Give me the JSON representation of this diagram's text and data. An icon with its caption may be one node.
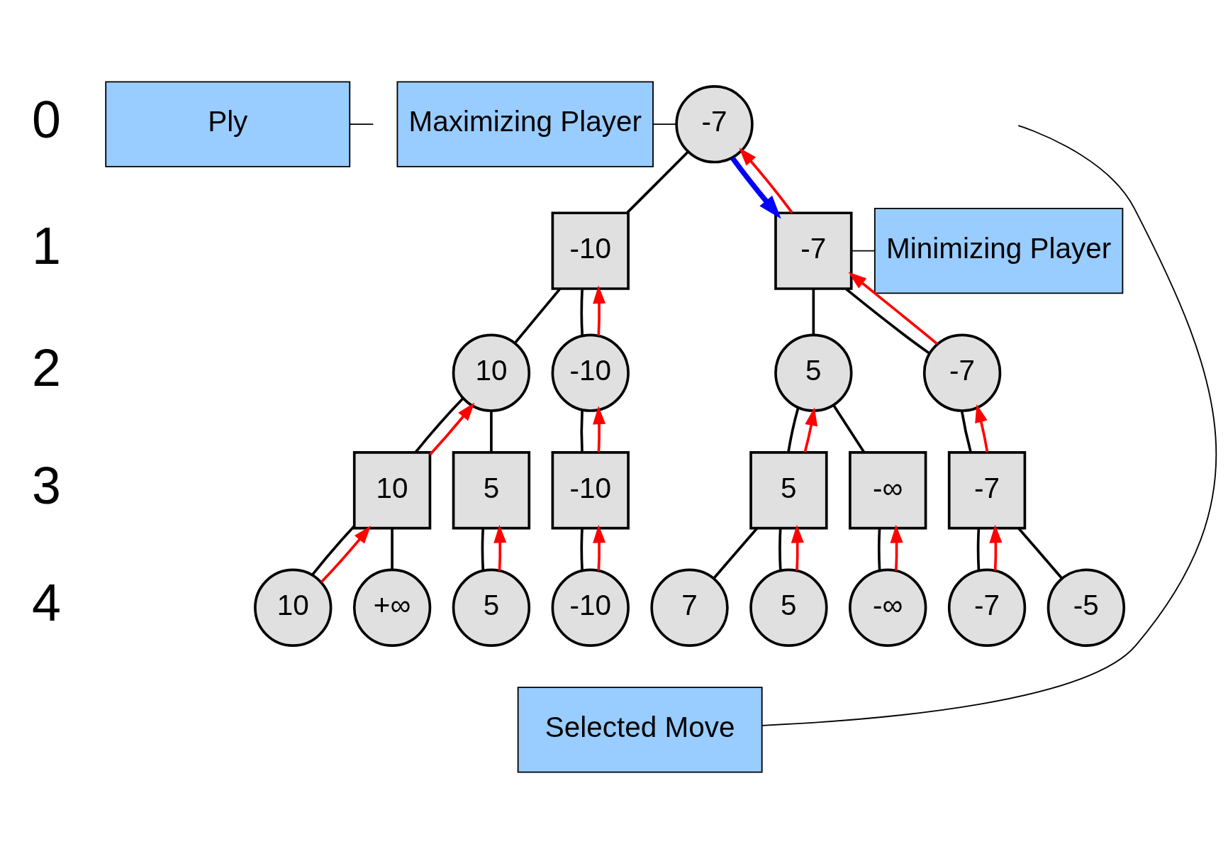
{
  "diagram": {
    "nodes": [
      {
        "text": [
          "Ply"
        ]
      },
      {
        "text": [
          "Maximizing Player"
        ]
      },
      {
        "text": [
          "Minimizing Player"
        ]
      },
      {
        "text": [
          "Selected Move"
        ]
      },
      {
        "text": [
          "-7"
        ]
      },
      {
        "text": [
          "-10"
        ]
      },
      {
        "text": [
          "-7"
        ]
      },
      {
        "text": [
          "10"
        ]
      },
      {
        "text": [
          "-10"
        ]
      },
      {
        "text": [
          "5"
        ]
      },
      {
        "text": [
          "-7"
        ]
      },
      {
        "text": [
          "10"
        ]
      },
      {
        "text": [
          "5"
        ]
      },
      {
        "text": [
          "-10"
        ]
      },
      {
        "text": [
          "5"
        ]
      },
      {
        "text": [
          "-∞"
        ]
      },
      {
        "text": [
          "-7"
        ]
      },
      {
        "text": [
          "10"
        ]
      },
      {
        "text": [
          "+∞"
        ]
      },
      {
        "text": [
          "5"
        ]
      },
      {
        "text": [
          "-10"
        ]
      },
      {
        "text": [
          "7"
        ]
      },
      {
        "text": [
          "5"
        ]
      },
      {
        "text": [
          "-∞"
        ]
      },
      {
        "text": [
          "-7"
        ]
      },
      {
        "text": [
          "-5"
        ]
      }
    ],
    "edges": [
      {
        "from": 0,
        "to": null,
        "arrow": "none"
      },
      {
        "from": 1,
        "to": 4,
        "arrow": "none"
      },
      {
        "from": 2,
        "to": 6,
        "arrow": "none"
      },
      {
        "from": 3,
        "to": null,
        "arrow": "none"
      },
      {
        "from": 4,
        "to": 5,
        "arrow": "none"
      },
      {
        "from": 4,
        "to": 6,
        "arrow": "to",
        "style": "thick",
        "color": "#0000ff"
      },
      {
        "from": 5,
        "to": 7,
        "arrow": "none"
      },
      {
        "from": 5,
        "to": 8,
        "arrow": "none"
      },
      {
        "from": 6,
        "to": 9,
        "arrow": "none"
      },
      {
        "from": 6,
        "to": 10,
        "arrow": "none"
      },
      {
        "from": 7,
        "to": 11,
        "arrow": "none"
      },
      {
        "from": 7,
        "to": 12,
        "arrow": "none"
      },
      {
        "from": 8,
        "to": 13,
        "arrow": "none"
      },
      {
        "from": 9,
        "to": 14,
        "arrow": "none"
      },
      {
        "from": 9,
        "to": 15,
        "arrow": "none"
      },
      {
        "from": 10,
        "to": 16,
        "arrow": "none"
      },
      {
        "from": 11,
        "to": 17,
        "arrow": "none"
      },
      {
        "from": 11,
        "to": 18,
        "arrow": "none"
      },
      {
        "from": 12,
        "to": 19,
        "arrow": "none"
      },
      {
        "from": 13,
        "to": 20,
        "arrow": "none"
      },
      {
        "from": 14,
        "to": 21,
        "arrow": "none"
      },
      {
        "from": 14,
        "to": 22,
        "arrow": "none"
      },
      {
        "from": 15,
        "to": 23,
        "arrow": "none"
      },
      {
        "from": 16,
        "to": 24,
        "arrow": "none"
      },
      {
        "from": 16,
        "to": 25,
        "arrow": "none"
      },
      {
        "from": 6,
        "to": 4,
        "arrow": "to",
        "color": "#ff0000"
      },
      {
        "from": 8,
        "to": 5,
        "arrow": "to",
        "color": "#ff0000"
      },
      {
        "from": 10,
        "to": 6,
        "arrow": "to",
        "color": "#ff0000"
      },
      {
        "from": 11,
        "to": 7,
        "arrow": "to",
        "color": "#ff0000"
      },
      {
        "from": 13,
        "to": 8,
        "arrow": "to",
        "color": "#ff0000"
      },
      {
        "from": 14,
        "to": 9,
        "arrow": "to",
        "color": "#ff0000"
      },
      {
        "from": 16,
        "to": 10,
        "arrow": "to",
        "color": "#ff0000"
      },
      {
        "from": 17,
        "to": 11,
        "arrow": "to",
        "color": "#ff0000"
      },
      {
        "from": 19,
        "to": 12,
        "arrow": "to",
        "color": "#ff0000"
      },
      {
        "from": 20,
        "to": 13,
        "arrow": "to",
        "color": "#ff0000"
      },
      {
        "from": 22,
        "to": 14,
        "arrow": "to",
        "color": "#ff0000"
      },
      {
        "from": 23,
        "to": 15,
        "arrow": "to",
        "color": "#ff0000"
      },
      {
        "from": 24,
        "to": 16,
        "arrow": "to",
        "color": "#ff0000"
      }
    ],
    "labels": [
      "0",
      "1",
      "2",
      "3",
      "4"
    ]
  }
}
